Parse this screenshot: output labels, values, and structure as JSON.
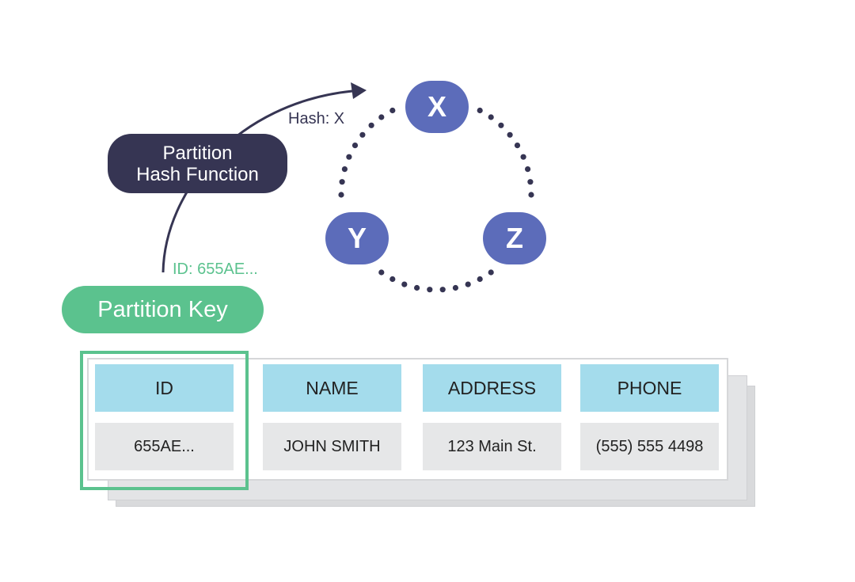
{
  "hash_function": {
    "line1": "Partition",
    "line2": "Hash Function"
  },
  "hash_label": "Hash: X",
  "id_label": "ID: 655AE...",
  "partition_key": "Partition Key",
  "nodes": {
    "x": "X",
    "y": "Y",
    "z": "Z"
  },
  "table": {
    "headers": [
      "ID",
      "NAME",
      "ADDRESS",
      "PHONE"
    ],
    "row": [
      "655AE...",
      "JOHN SMITH",
      "123 Main St.",
      "(555) 555 4498"
    ]
  },
  "colors": {
    "hash_function_fill": "#363553",
    "partition_key_fill": "#5bc28e",
    "node_fill": "#5c6cba",
    "header_fill": "#a4dcec",
    "value_fill": "#e6e7e8"
  }
}
